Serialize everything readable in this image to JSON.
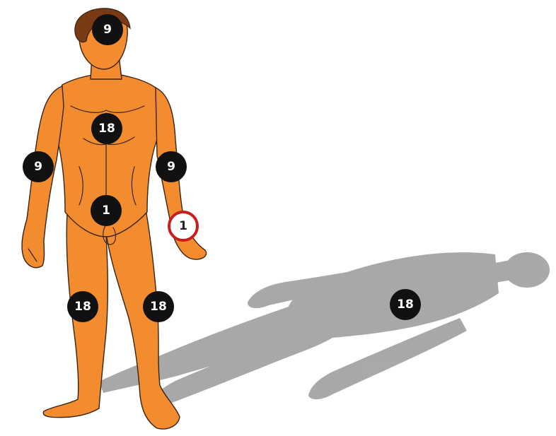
{
  "colors": {
    "skin": "#f28c2e",
    "skin_outline": "#3a2410",
    "hair": "#7a3a14",
    "shadow": "#9a9a9a",
    "badge_fill": "#111111",
    "badge_text": "#ffffff",
    "palm_ring": "#c81e1e"
  },
  "regions": {
    "head": "9",
    "chest": "18",
    "arm_right": "9",
    "arm_left": "9",
    "groin": "1",
    "palm": "1",
    "leg_right": "18",
    "leg_left": "18",
    "back": "18"
  }
}
